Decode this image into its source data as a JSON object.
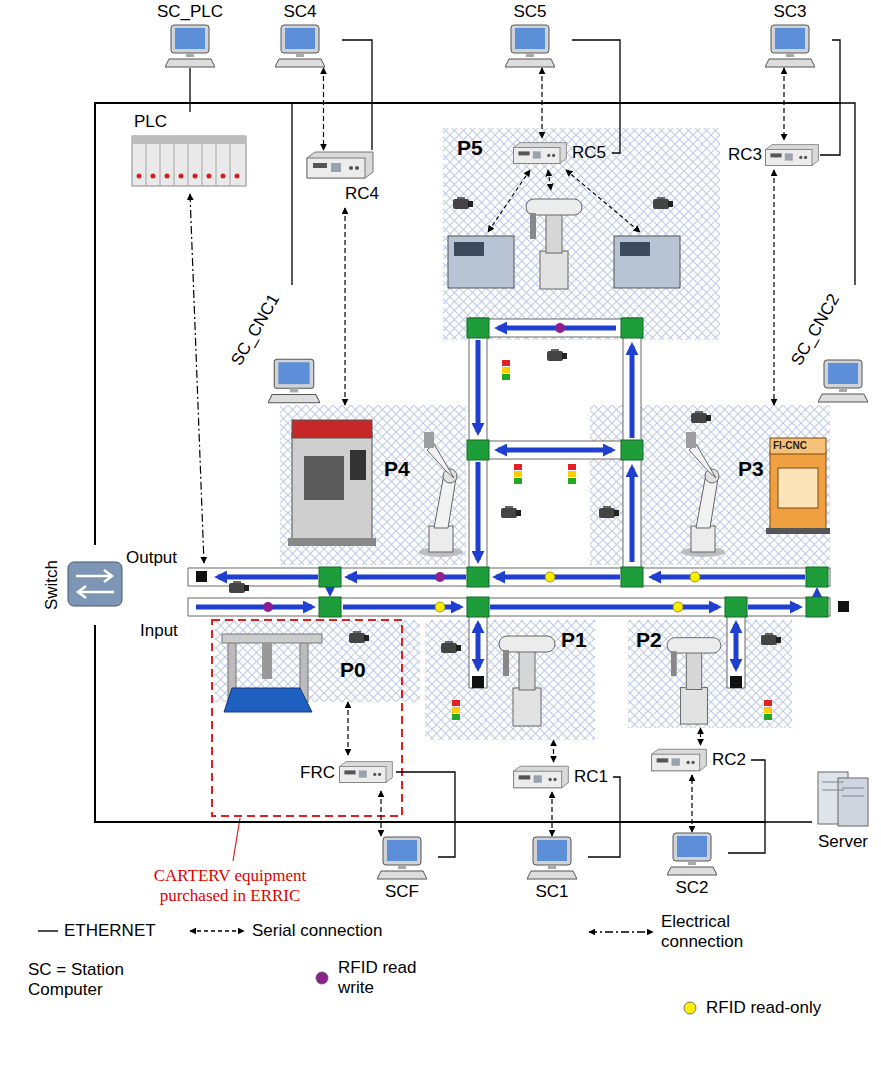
{
  "diagram": {
    "nodes": [
      {
        "text": [
          "SC_PLC"
        ]
      },
      {
        "text": [
          "SC4"
        ]
      },
      {
        "text": [
          "SC5"
        ]
      },
      {
        "text": [
          "SC3"
        ]
      },
      {
        "text": [
          "PLC"
        ]
      },
      {
        "text": [
          "RC4"
        ]
      },
      {
        "text": [
          "P5"
        ]
      },
      {
        "text": [
          "RC5"
        ],
        "in": 6
      },
      {
        "text": [
          "RC3"
        ]
      },
      {
        "text": [
          "SC_CNC1"
        ]
      },
      {
        "text": [
          "SC_CNC2"
        ]
      },
      {
        "text": [
          "P4"
        ]
      },
      {
        "text": [
          "P3"
        ]
      },
      {
        "text": [
          "P0"
        ]
      },
      {
        "text": [
          "P1"
        ]
      },
      {
        "text": [
          "P2"
        ]
      },
      {
        "text": [
          "FRC"
        ]
      },
      {
        "text": [
          "RC1"
        ]
      },
      {
        "text": [
          "RC2"
        ]
      },
      {
        "text": [
          "SCF"
        ]
      },
      {
        "text": [
          "SC1"
        ]
      },
      {
        "text": [
          "SC2"
        ]
      },
      {
        "text": [
          "Switch"
        ]
      },
      {
        "text": [
          "Server"
        ]
      }
    ],
    "edges": [
      {
        "from": 0,
        "to": 22,
        "arrow": "none"
      },
      {
        "from": 1,
        "to": 22,
        "arrow": "none"
      },
      {
        "from": 2,
        "to": 22,
        "arrow": "none"
      },
      {
        "from": 3,
        "to": 22,
        "arrow": "none"
      },
      {
        "from": 4,
        "to": 22,
        "arrow": "none"
      },
      {
        "from": 5,
        "to": 22,
        "arrow": "none"
      },
      {
        "from": 7,
        "to": 22,
        "arrow": "none"
      },
      {
        "from": 8,
        "to": 22,
        "arrow": "none"
      },
      {
        "from": 9,
        "to": 22,
        "arrow": "none"
      },
      {
        "from": 10,
        "to": 22,
        "arrow": "none"
      },
      {
        "from": 16,
        "to": 22,
        "arrow": "none"
      },
      {
        "from": 17,
        "to": 22,
        "arrow": "none"
      },
      {
        "from": 18,
        "to": 22,
        "arrow": "none"
      },
      {
        "from": 19,
        "to": 22,
        "arrow": "none"
      },
      {
        "from": 20,
        "to": 22,
        "arrow": "none"
      },
      {
        "from": 21,
        "to": 22,
        "arrow": "none"
      },
      {
        "from": 23,
        "to": 22,
        "arrow": "none"
      },
      {
        "from": 1,
        "to": 5,
        "arrow": "both"
      },
      {
        "from": 2,
        "to": 7,
        "arrow": "both"
      },
      {
        "from": 3,
        "to": 8,
        "arrow": "both"
      },
      {
        "from": 5,
        "to": 11,
        "arrow": "both"
      },
      {
        "from": 8,
        "to": 12,
        "arrow": "both"
      },
      {
        "from": 16,
        "to": 13,
        "arrow": "both"
      },
      {
        "from": 19,
        "to": 16,
        "arrow": "both"
      },
      {
        "from": 17,
        "to": 14,
        "arrow": "both"
      },
      {
        "from": 20,
        "to": 17,
        "arrow": "both"
      },
      {
        "from": 18,
        "to": 15,
        "arrow": "both"
      },
      {
        "from": 21,
        "to": 18,
        "arrow": "both"
      }
    ],
    "labels": [
      "Output",
      "Input",
      "FI-CNC",
      "CARTERV equipment purchased in ERRIC",
      "SC = Station Computer"
    ],
    "legend": [
      {
        "text": "ETHERNET"
      },
      {
        "text": "Serial connection"
      },
      {
        "text": "Electrical connection"
      },
      {
        "text": "RFID read write",
        "color": "#8e1f8e"
      },
      {
        "text": "RFID read-only",
        "color": "#ffee00"
      }
    ]
  }
}
